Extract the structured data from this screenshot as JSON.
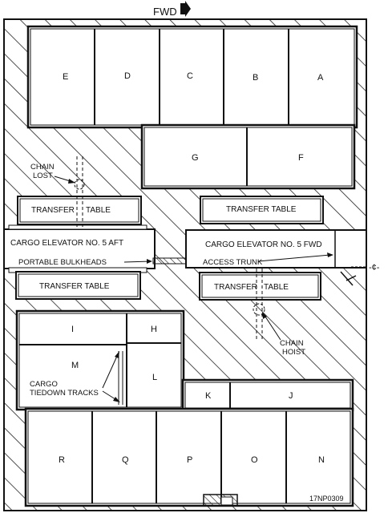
{
  "header": {
    "direction_label": "FWD"
  },
  "stowage_areas": {
    "top_row": [
      "E",
      "D",
      "C",
      "B",
      "A"
    ],
    "second_row": [
      "G",
      "F"
    ],
    "lower_left": {
      "upper": [
        "I",
        "H"
      ],
      "lower": [
        "M",
        "L"
      ]
    },
    "lower_right": [
      "K",
      "J"
    ],
    "bottom_row": [
      "R",
      "Q",
      "P",
      "O",
      "N"
    ]
  },
  "transfer_tables": {
    "upper_left": [
      "TRANSFER",
      "TABLE"
    ],
    "upper_right": "TRANSFER TABLE",
    "lower_left": "TRANSFER TABLE",
    "lower_right": [
      "TRANSFER",
      "TABLE"
    ]
  },
  "elevators": {
    "aft": "CARGO ELEVATOR NO. 5 AFT",
    "fwd": "CARGO ELEVATOR NO. 5 FWD"
  },
  "callouts": {
    "portable_bulkheads": "PORTABLE BULKHEADS",
    "access_trunk": "ACCESS TRUNK",
    "chain_lost": [
      "CHAIN",
      "LOST"
    ],
    "chain_hoist": [
      "CHAIN",
      "HOIST"
    ],
    "cargo_tiedown_tracks": [
      "CARGO",
      "TIEDOWN TRACKS"
    ],
    "centerline": "-¢-"
  },
  "figure_id": "17NP0309",
  "colors": {
    "line": "#111111",
    "background": "#ffffff"
  }
}
